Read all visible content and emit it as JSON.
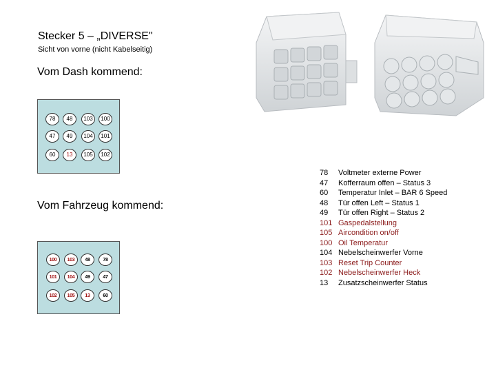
{
  "title": "Stecker 5 – „DIVERSE\"",
  "subtitle": "Sicht von vorne (nicht Kabelseitig)",
  "dash_heading": "Vom Dash kommend:",
  "vehicle_heading": "Vom Fahrzeug kommend:",
  "dash_pins": [
    {
      "label": "78",
      "red": false
    },
    {
      "label": "48",
      "red": false
    },
    {
      "label": "103",
      "red": false
    },
    {
      "label": "100",
      "red": false
    },
    {
      "label": "47",
      "red": false
    },
    {
      "label": "49",
      "red": false
    },
    {
      "label": "104",
      "red": false
    },
    {
      "label": "101",
      "red": false
    },
    {
      "label": "60",
      "red": false
    },
    {
      "label": "13",
      "red": true
    },
    {
      "label": "105",
      "red": false
    },
    {
      "label": "102",
      "red": false
    }
  ],
  "vehicle_pins": [
    {
      "label": "100",
      "red": true
    },
    {
      "label": "103",
      "red": true
    },
    {
      "label": "48",
      "red": false
    },
    {
      "label": "78",
      "red": false
    },
    {
      "label": "101",
      "red": true
    },
    {
      "label": "104",
      "red": true
    },
    {
      "label": "49",
      "red": false
    },
    {
      "label": "47",
      "red": false
    },
    {
      "label": "102",
      "red": true
    },
    {
      "label": "105",
      "red": true
    },
    {
      "label": "13",
      "red": true
    },
    {
      "label": "60",
      "red": false
    }
  ],
  "legend": [
    {
      "num": "78",
      "text": "Voltmeter externe Power",
      "red": false
    },
    {
      "num": "47",
      "text": "Kofferraum offen – Status 3",
      "red": false
    },
    {
      "num": "60",
      "text": "Temperatur Inlet – BAR 6 Speed",
      "red": false
    },
    {
      "num": "48",
      "text": "Tür offen Left – Status 1",
      "red": false
    },
    {
      "num": "49",
      "text": "Tür offen Right – Status 2",
      "red": false
    },
    {
      "num": "101",
      "text": "Gaspedalstellung",
      "red": true
    },
    {
      "num": "105",
      "text": "Aircondition on/off",
      "red": true
    },
    {
      "num": "100",
      "text": "Oil Temperatur",
      "red": true
    },
    {
      "num": "104",
      "text": "Nebelscheinwerfer Vorne",
      "red": false
    },
    {
      "num": "103",
      "text": "Reset Trip Counter",
      "red": true
    },
    {
      "num": "102",
      "text": "Nebelscheinwerfer Heck",
      "red": true
    },
    {
      "num": "13",
      "text": "Zusatzscheinwerfer Status",
      "red": false
    }
  ],
  "colors": {
    "panel_bg": "#bcdde0",
    "red_text": "#8b1a1a",
    "connector_body": "#e6e8ea"
  }
}
